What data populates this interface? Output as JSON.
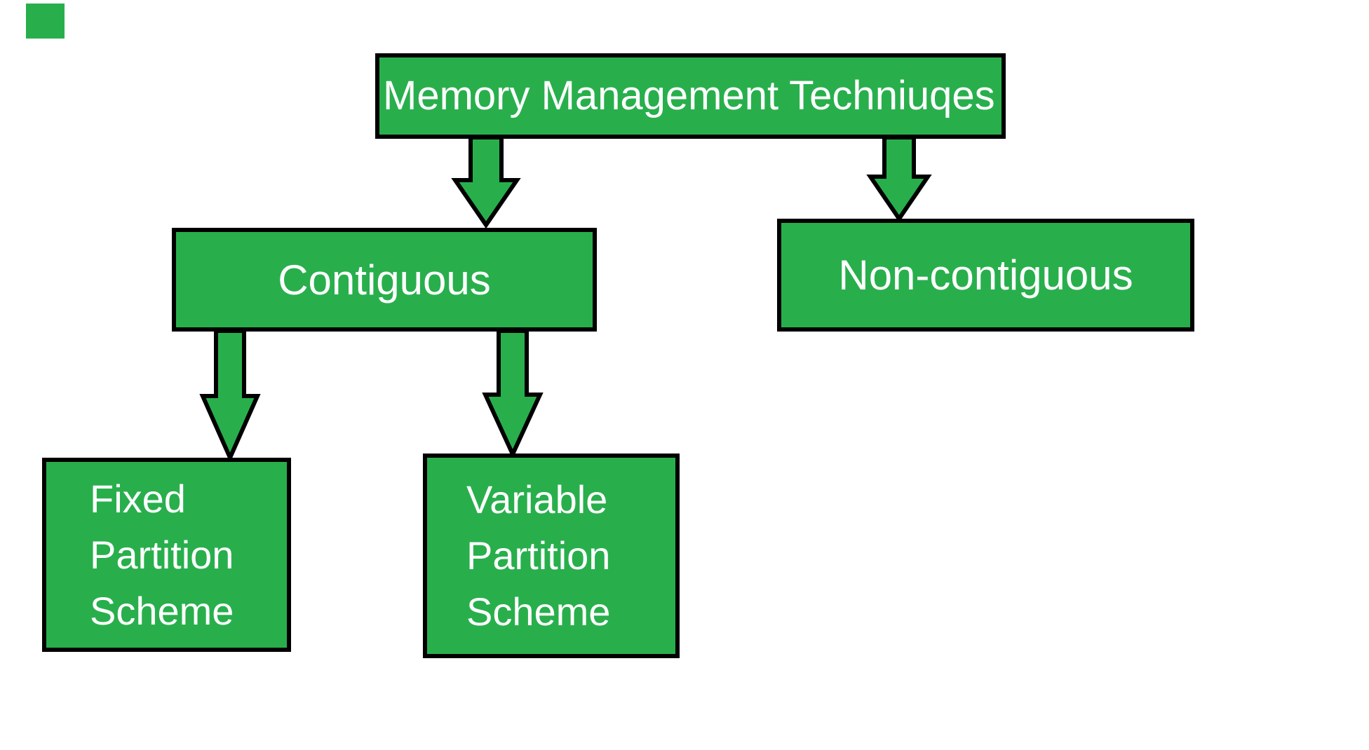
{
  "diagram": {
    "background": "#ffffff",
    "palette": {
      "node_fill": "#28af4c",
      "node_border": "#000000",
      "node_text": "#ffffff"
    },
    "nodes": {
      "root": {
        "label": "Memory Management Techniuqes"
      },
      "contiguous": {
        "label": "Contiguous"
      },
      "non_contiguous": {
        "label": "Non-contiguous"
      },
      "fixed_partition": {
        "lines": [
          "Fixed",
          "Partition",
          "Scheme"
        ]
      },
      "variable_partition": {
        "lines": [
          "Variable",
          "Partition",
          "Scheme"
        ]
      }
    },
    "edges": [
      {
        "from": "Memory Management Techniuqes",
        "to": "Contiguous"
      },
      {
        "from": "Memory Management Techniuqes",
        "to": "Non-contiguous"
      },
      {
        "from": "Contiguous",
        "to": "Fixed Partition Scheme"
      },
      {
        "from": "Contiguous",
        "to": "Variable Partition Scheme"
      }
    ],
    "icons": {
      "arrow": "down-arrow"
    }
  }
}
